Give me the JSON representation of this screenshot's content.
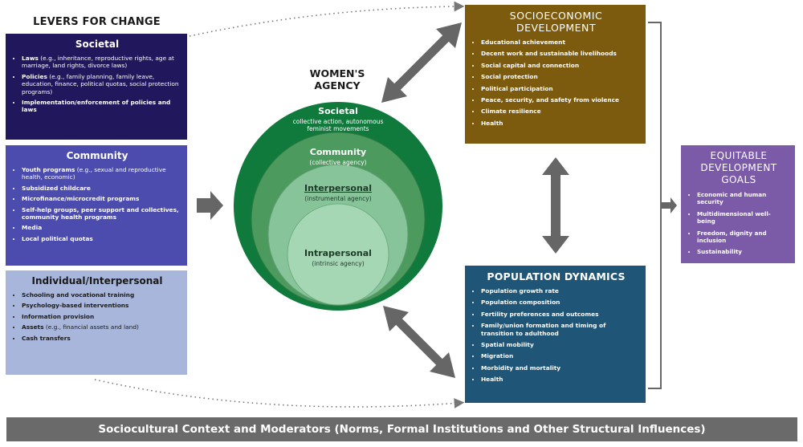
{
  "levers": {
    "title": "LEVERS FOR CHANGE",
    "societal": {
      "heading": "Societal",
      "items": [
        {
          "bold": "Laws",
          "rest": " (e.g., inheritance, reproductive rights, age at marriage, land rights, divorce laws)"
        },
        {
          "bold": "Policies",
          "rest": " (e.g., family planning, family leave, education, finance, political quotas, social protection programs)"
        },
        {
          "bold": "Implementation/enforcement of policies and laws",
          "rest": ""
        }
      ]
    },
    "community": {
      "heading": "Community",
      "items": [
        {
          "bold": "Youth programs",
          "rest": " (e.g., sexual and reproductive health, economic)"
        },
        {
          "bold": "Subsidized childcare",
          "rest": ""
        },
        {
          "bold": "Microfinance/microcredit programs",
          "rest": ""
        },
        {
          "bold": "Self-help groups, peer support and collectives, community health programs",
          "rest": ""
        },
        {
          "bold": "Media",
          "rest": ""
        },
        {
          "bold": "Local political quotas",
          "rest": ""
        }
      ]
    },
    "individual": {
      "heading": "Individual/Interpersonal",
      "items": [
        {
          "bold": "Schooling and vocational training",
          "rest": ""
        },
        {
          "bold": "Psychology-based interventions",
          "rest": ""
        },
        {
          "bold": "Information provision",
          "rest": ""
        },
        {
          "bold": "Assets",
          "rest": " (e.g., financial assets and land)"
        },
        {
          "bold": "Cash transfers",
          "rest": ""
        }
      ]
    }
  },
  "agency": {
    "title_line1": "WOMEN'S",
    "title_line2": "AGENCY",
    "rings": {
      "societal": {
        "title": "Societal",
        "sub": "collective action, autonomous feminist movements"
      },
      "community": {
        "title": "Community",
        "sub": "(collective agency)"
      },
      "interpersonal": {
        "title": "Interpersonal",
        "sub": "(instrumental agency)"
      },
      "intrapersonal": {
        "title": "Intrapersonal",
        "sub": "(intrinsic agency)"
      }
    }
  },
  "socioeconomic": {
    "heading_line1": "SOCIOECONOMIC",
    "heading_line2": "DEVELOPMENT",
    "items": [
      "Educational achievement",
      "Decent work and sustainable livelihoods",
      "Social capital and connection",
      "Social protection",
      "Political participation",
      "Peace, security, and safety from violence",
      "Climate resilience",
      "Health"
    ]
  },
  "population": {
    "heading": "POPULATION DYNAMICS",
    "items": [
      "Population growth rate",
      "Population composition",
      "Fertility preferences and outcomes",
      "Family/union formation and timing of transition to adulthood",
      "Spatial mobility",
      "Migration",
      "Morbidity and mortality",
      "Health"
    ]
  },
  "goals": {
    "heading_line1": "EQUITABLE",
    "heading_line2": "DEVELOPMENT",
    "heading_line3": "GOALS",
    "items": [
      "Economic and human security",
      "Multidimensional well-being",
      "Freedom, dignity and inclusion",
      "Sustainability"
    ]
  },
  "footer": {
    "text": "Sociocultural Context and Moderators (Norms, Formal Institutions and Other Structural Influences)"
  },
  "colors": {
    "societal_box": "#20175c",
    "community_box": "#4b4cad",
    "individual_box": "#a9b6dc",
    "socio_box": "#7d5b0e",
    "population_box": "#1f5577",
    "goals_box": "#7b5ba8",
    "arrow": "#6b6b6b",
    "ring_outer": "#0f7a3c",
    "ring_2": "#4d9a5e",
    "ring_3": "#87c49a",
    "ring_4": "#a6d7b4"
  }
}
